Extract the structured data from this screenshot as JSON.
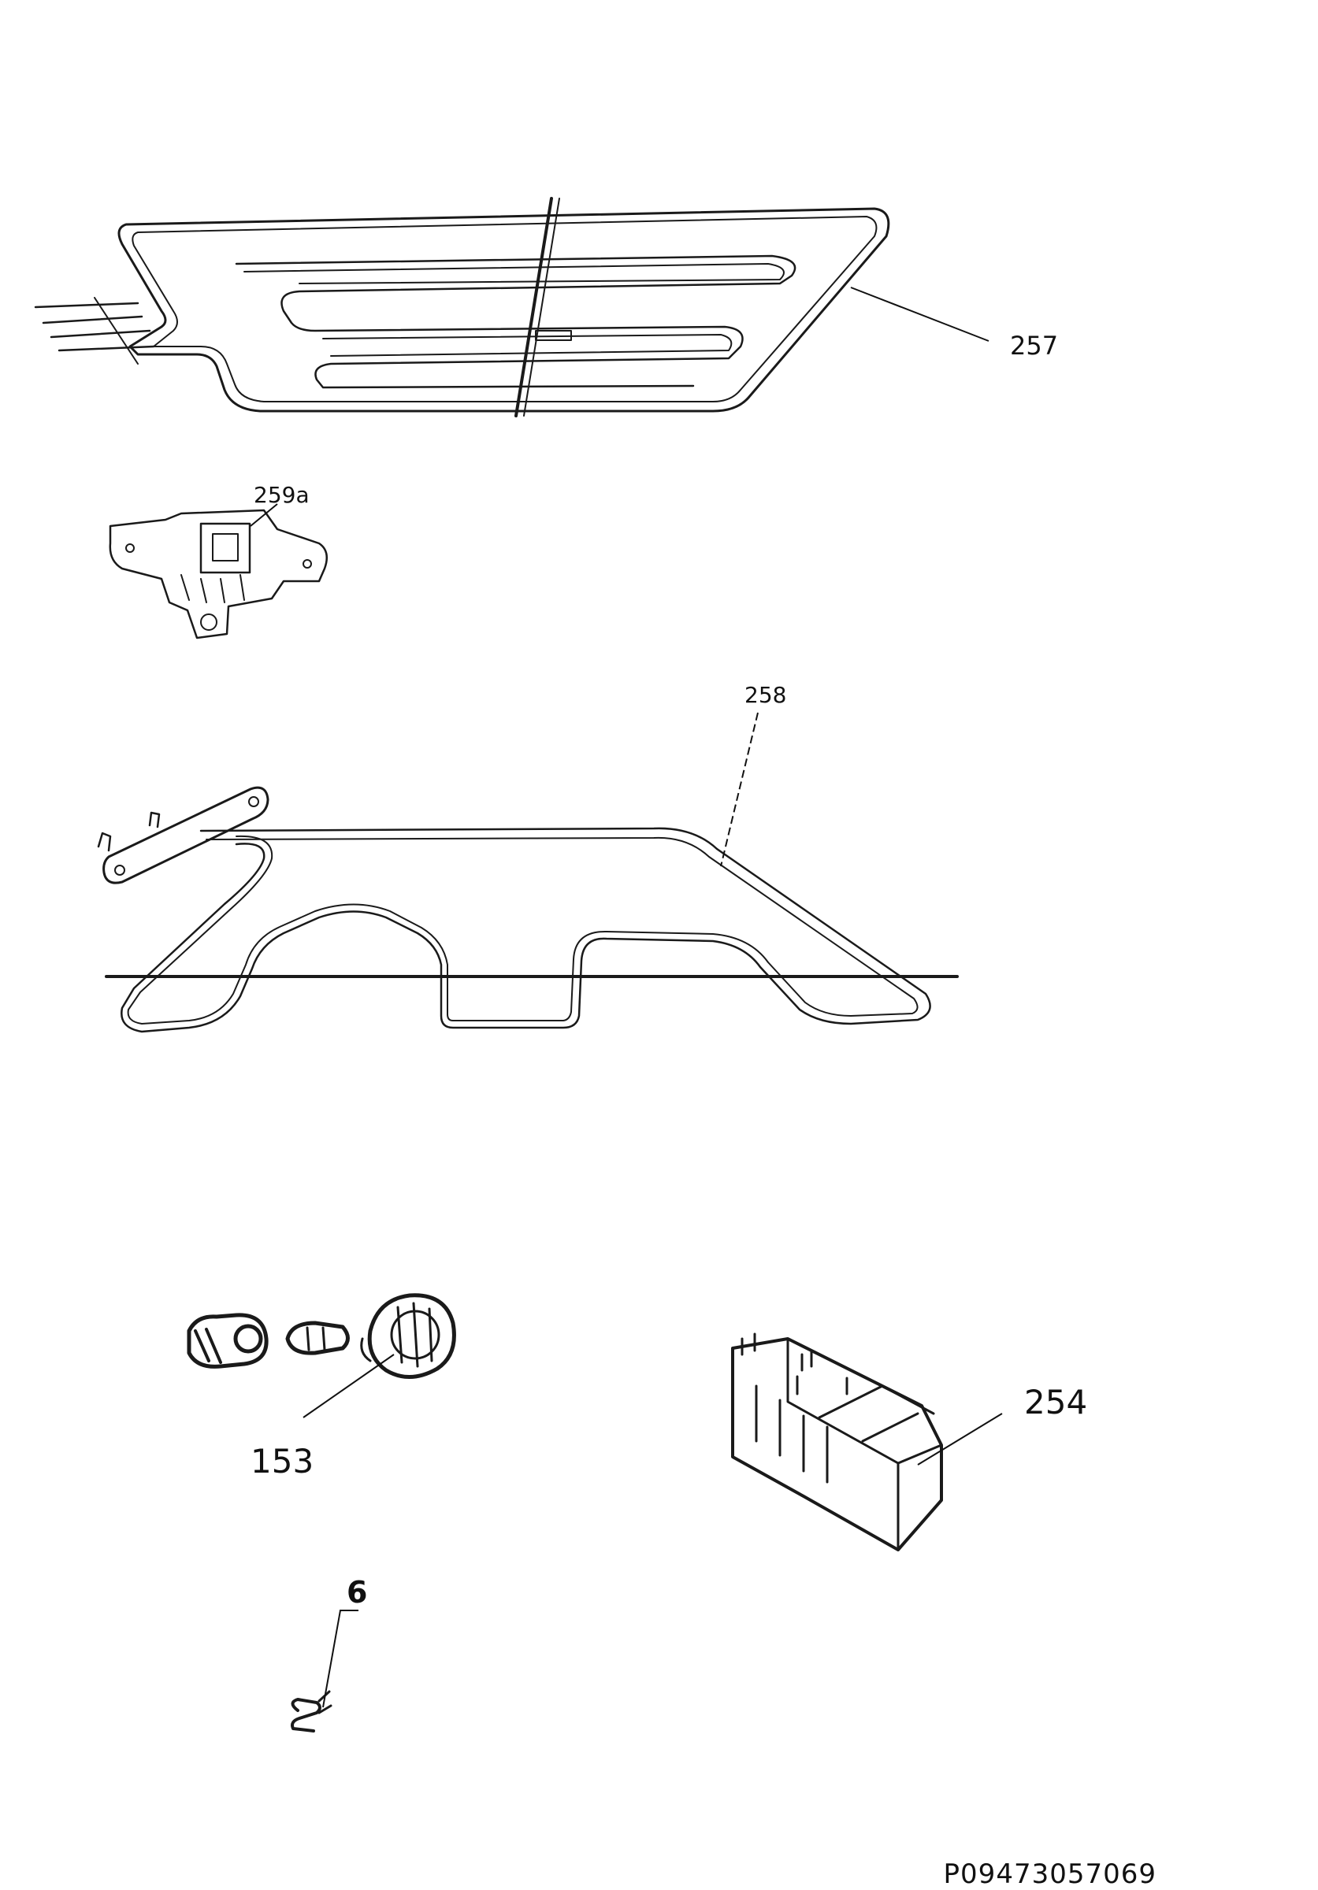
{
  "callouts": {
    "part_257": "257",
    "part_259a": "259a",
    "part_258": "258",
    "part_153": "153",
    "part_254": "254",
    "part_6": "6"
  },
  "footer": {
    "reference_code": "P09473057069"
  }
}
